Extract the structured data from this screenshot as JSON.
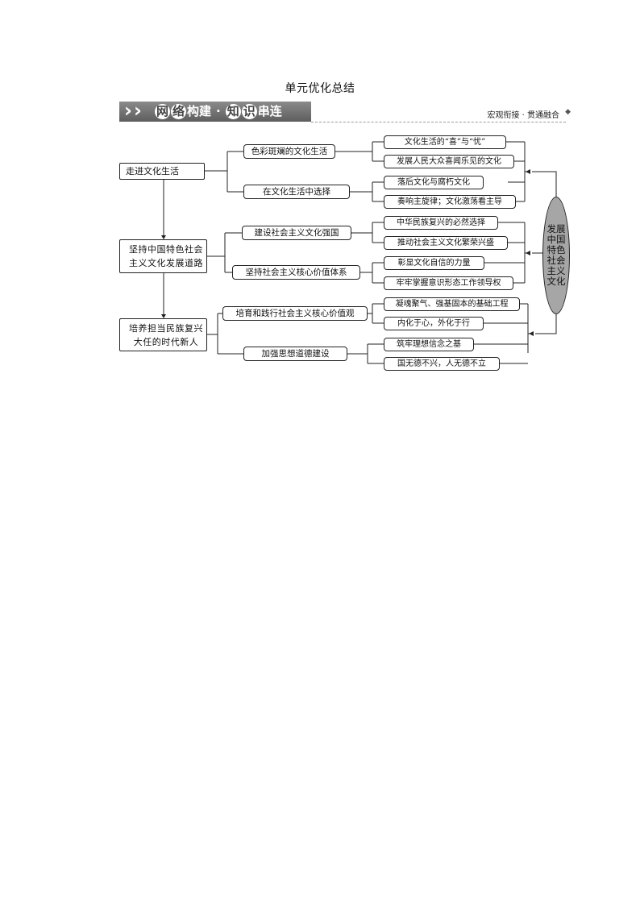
{
  "page_title": "单元优化总结",
  "banner": {
    "char1": "网",
    "char2": "络",
    "text1": "构建",
    "dot": "·",
    "char3": "知",
    "char4": "识",
    "text2": "串连",
    "right_text": "宏观衔接 · 贯通融合"
  },
  "map": {
    "main1": "走进文化生活",
    "main2": "坚持中国特色社会主义文化发展道路",
    "main3": "培养担当民族复兴大任的时代新人",
    "sub1": "色彩斑斓的文化生活",
    "sub2": "在文化生活中选择",
    "sub3": "建设社会主义文化强国",
    "sub4": "坚持社会主义核心价值体系",
    "sub5": "培育和践行社会主义核心价值观",
    "sub6": "加强思想道德建设",
    "leaf1": "文化生活的“喜”与“忧”",
    "leaf2": "发展人民大众喜闻乐见的文化",
    "leaf3": "落后文化与腐朽文化",
    "leaf4": "奏响主旋律；文化激荡看主导",
    "leaf5": "中华民族复兴的必然选择",
    "leaf6": "推动社会主义文化繁荣兴盛",
    "leaf7": "彰显文化自信的力量",
    "leaf8": "牢牢掌握意识形态工作领导权",
    "leaf9": "凝魂聚气、强基固本的基础工程",
    "leaf10": "内化于心，外化于行",
    "leaf11": "筑牢理想信念之基",
    "leaf12": "国无德不兴，人无德不立",
    "ellipse": "发展中国特色社会主义文化"
  }
}
